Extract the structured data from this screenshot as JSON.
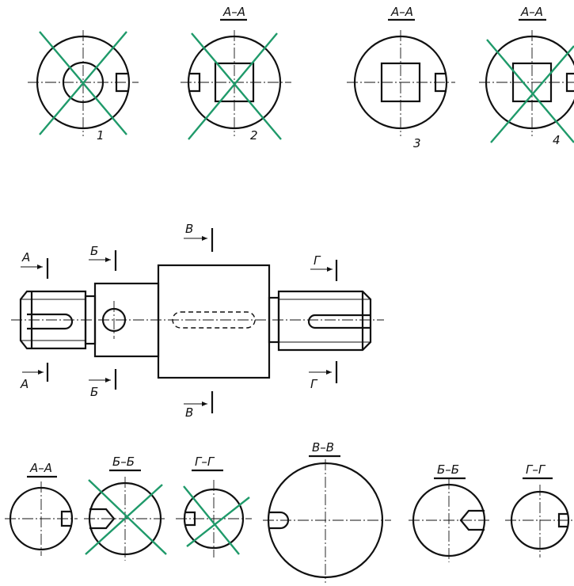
{
  "top_sections": [
    {
      "title": "",
      "number": "1",
      "crossed": true
    },
    {
      "title": "A–A",
      "number": "2",
      "crossed": true
    },
    {
      "title": "A–A",
      "number": "3",
      "crossed": false
    },
    {
      "title": "A–A",
      "number": "4",
      "crossed": true
    }
  ],
  "shaft": {
    "cut_labels": {
      "a_top": "А",
      "a_bottom": "А",
      "b_top": "Б",
      "b_bottom": "Б",
      "v_top": "В",
      "v_bottom": "В",
      "g_top": "Г",
      "g_bottom": "Г"
    }
  },
  "bottom_sections": [
    {
      "title": "А–А",
      "crossed": false
    },
    {
      "title": "Б–Б",
      "crossed": true
    },
    {
      "title": "Г–Г",
      "crossed": true
    },
    {
      "title": "В–В",
      "crossed": false
    },
    {
      "title": "Б–Б",
      "crossed": false
    },
    {
      "title": "Г–Г",
      "crossed": false
    }
  ],
  "colors": {
    "ink": "#111111",
    "cross": "#1f9a6a",
    "background": "#ffffff"
  }
}
